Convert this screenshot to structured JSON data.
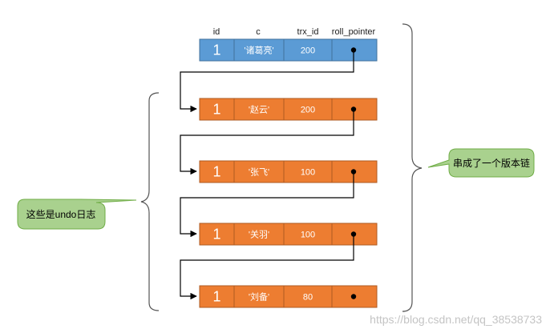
{
  "columns": [
    "id",
    "c",
    "trx_id",
    "roll_pointer"
  ],
  "records": [
    {
      "id": "1",
      "c": "'诸葛亮'",
      "trx_id": "200",
      "kind": "current"
    },
    {
      "id": "1",
      "c": "'赵云'",
      "trx_id": "200",
      "kind": "undo"
    },
    {
      "id": "1",
      "c": "'张飞'",
      "trx_id": "100",
      "kind": "undo"
    },
    {
      "id": "1",
      "c": "'关羽'",
      "trx_id": "100",
      "kind": "undo"
    },
    {
      "id": "1",
      "c": "'刘备'",
      "trx_id": "80",
      "kind": "undo"
    }
  ],
  "callouts": {
    "left": "这些是undo日志",
    "right": "串成了一个版本链"
  },
  "watermark": "https://blog.csdn.net/qq_38538733",
  "colors": {
    "current_fill": "#5b9bd5",
    "current_stroke": "#41719c",
    "undo_fill": "#ed7d31",
    "undo_stroke": "#ae5a21",
    "callout_fill": "#a9d18e",
    "callout_stroke": "#70ad47",
    "brace": "#555555",
    "arrow": "#000000"
  }
}
